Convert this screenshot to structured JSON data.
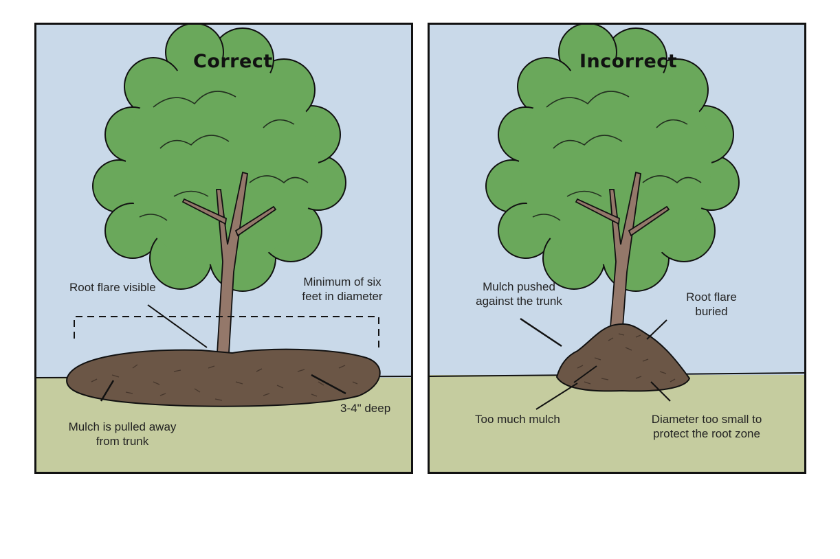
{
  "panels": {
    "correct": {
      "title": "Correct",
      "labels": {
        "root_flare": "Root flare visible",
        "diameter_line1": "Minimum of six",
        "diameter_line2": "feet in diameter",
        "pulled_line1": "Mulch is pulled away",
        "pulled_line2": "from trunk",
        "depth": "3-4\" deep"
      }
    },
    "incorrect": {
      "title": "Incorrect",
      "labels": {
        "pushed_line1": "Mulch pushed",
        "pushed_line2": "against the trunk",
        "buried_line1": "Root flare",
        "buried_line2": "buried",
        "too_much": "Too much mulch",
        "small_line1": "Diameter too small to",
        "small_line2": "protect the root zone"
      }
    }
  },
  "colors": {
    "sky": "#c9d9e9",
    "ground": "#c5cc9f",
    "foliage": "#6aa85b",
    "foliage_dark": "#5b9650",
    "trunk": "#94786a",
    "mulch": "#6b5646",
    "outline": "#111111"
  }
}
